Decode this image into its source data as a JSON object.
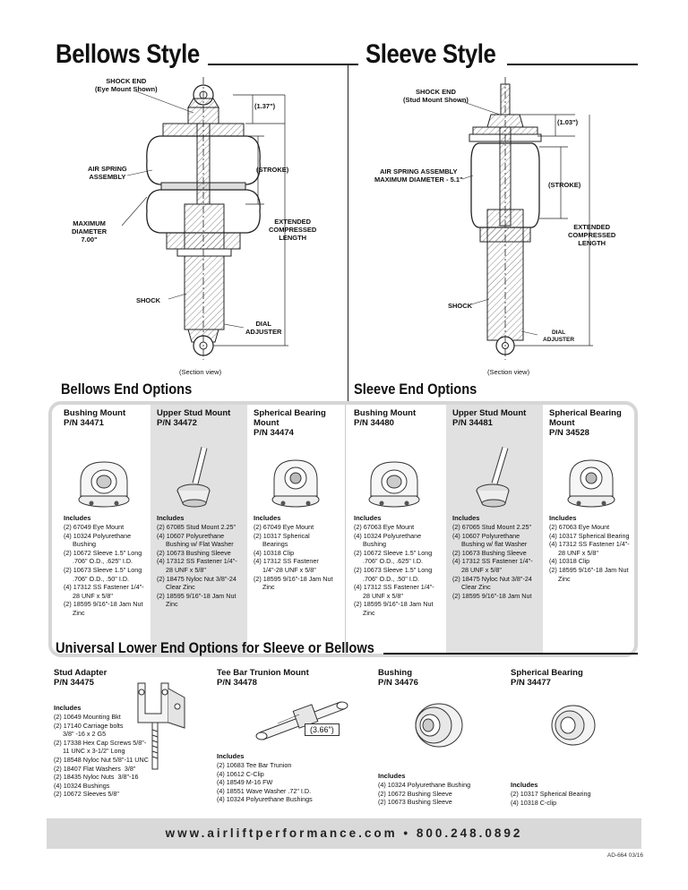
{
  "titles": {
    "bellows": "Bellows Style",
    "sleeve": "Sleeve Style",
    "bellows_options": "Bellows End Options",
    "sleeve_options": "Sleeve End Options",
    "universal": "Universal Lower End Options for Sleeve or Bellows"
  },
  "bellows_diagram": {
    "shock_end": "SHOCK END",
    "shock_end_sub": "(Eye Mount Shown)",
    "dim": "(1.37\")",
    "stroke": "(STROKE)",
    "air_spring": "AIR SPRING",
    "assembly": "ASSEMBLY",
    "max": "MAXIMUM",
    "diameter": "DIAMETER",
    "diameter_val": "7.00\"",
    "extended": "EXTENDED",
    "compressed": "COMPRESSED",
    "length": "LENGTH",
    "shock": "SHOCK",
    "dial": "DIAL",
    "adjuster": "ADJUSTER",
    "section": "(Section view)"
  },
  "sleeve_diagram": {
    "shock_end": "SHOCK END",
    "shock_end_sub": "(Stud Mount Shown)",
    "dim": "(1.03\")",
    "air_spring": "AIR SPRING ASSEMBLY",
    "max": "MAXIMUM DIAMETER - 5.1\"",
    "stroke": "(STROKE)",
    "extended": "EXTENDED",
    "compressed": "COMPRESSED",
    "length": "LENGTH",
    "shock": "SHOCK",
    "dial": "DIAL",
    "adjuster": "ADJUSTER",
    "section": "(Section view)"
  },
  "end_options": [
    {
      "name": "Bushing Mount",
      "pn": "P/N 34471",
      "icon": "eye-mount-icon",
      "shaded": false,
      "includes_label": "Includes",
      "items": [
        "(2) 67049 Eye Mount",
        "(4) 10324 Polyurethane",
        "     Bushing",
        "(2) 10672 Sleeve 1.5\" Long",
        "     .706\" O.D., .625\" I.D.",
        "(2) 10673 Sleeve 1.5\" Long",
        "     .706\" O.D., .50\" I.D.",
        "(4) 17312 SS Fastener 1/4\"-",
        "     28 UNF x 5/8\"",
        "(2) 18595 9/16\"-18 Jam Nut",
        "     Zinc"
      ]
    },
    {
      "name": "Upper Stud Mount",
      "pn": "P/N 34472",
      "icon": "stud-mount-icon",
      "shaded": true,
      "includes_label": "Includes",
      "items": [
        "(2) 67085 Stud Mount 2.25\"",
        "(4) 10607 Polyurethane",
        "     Bushing w/ Flat Washer",
        "(2) 10673 Bushing Sleeve",
        "(4) 17312 SS Fastener 1/4\"-",
        "     28 UNF x 5/8\"",
        "(2) 18475 Nyloc Nut 3/8\"-24",
        "     Clear Zinc",
        "(2) 18595 9/16\"-18 Jam Nut",
        "     Zinc"
      ]
    },
    {
      "name": "Spherical Bearing Mount",
      "pn": "P/N 34474",
      "icon": "spherical-bearing-mount-icon",
      "shaded": false,
      "includes_label": "Includes",
      "items": [
        "(2) 67049 Eye Mount",
        "(2) 10317 Spherical",
        "     Bearings",
        "(4) 10318 Clip",
        "(4) 17312 SS Fastener",
        "     1/4\"-28 UNF x 5/8\"",
        "(2) 18595 9/16\"-18 Jam Nut",
        "     Zinc"
      ]
    },
    {
      "name": "Bushing Mount",
      "pn": "P/N 34480",
      "icon": "eye-mount-icon",
      "shaded": false,
      "includes_label": "Includes",
      "items": [
        "(2) 67063 Eye Mount",
        "(4) 10324 Polyurethane",
        "     Bushing",
        "(2) 10672 Sleeve 1.5\" Long",
        "     .706\" O.D., .625\" I.D.",
        "(2) 10673 Sleeve 1.5\" Long",
        "     .706\" O.D., .50\" I.D.",
        "(4) 17312 SS Fastener 1/4\"-",
        "     28 UNF x 5/8\"",
        "(2) 18595 9/16\"-18 Jam Nut",
        "     Zinc"
      ]
    },
    {
      "name": "Upper Stud Mount",
      "pn": "P/N 34481",
      "icon": "stud-mount-icon",
      "shaded": true,
      "includes_label": "Includes",
      "items": [
        "(2) 67065 Stud Mount 2.25\"",
        "(4) 10607 Polyurethane",
        "     Bushing w/ flat Washer",
        "(2) 10673 Bushing Sleeve",
        "(4) 17312 SS Fastener 1/4\"-",
        "     28 UNF x 5/8\"",
        "(2) 18475 Nyloc Nut 3/8\"-24",
        "     Clear Zinc",
        "(2) 18595 9/16\"-18 Jam Nut"
      ]
    },
    {
      "name": "Spherical Bearing Mount",
      "pn": "P/N 34528",
      "icon": "spherical-bearing-mount-icon",
      "shaded": false,
      "includes_label": "Includes",
      "items": [
        "(2) 67063 Eye Mount",
        "(4) 10317 Spherical Bearing",
        "(4) 17312 SS Fastener 1/4\"-",
        "     28 UNF x 5/8\"",
        "(4) 10318 Clip",
        "(2) 18595 9/16\"-18 Jam Nut",
        "     Zinc"
      ]
    }
  ],
  "lower_options": [
    {
      "name": "Stud Adapter",
      "pn": "P/N 34475",
      "icon": "stud-adapter-icon",
      "includes_label": "Includes",
      "items": [
        "(2) 10649 Mounting Bkt",
        "(2) 17140 Carriage bolts",
        "     3/8\" -16 x 2 G5",
        "(2) 17338 Hex Cap Screws 5/8\"-",
        "     11 UNC x 3-1/2\" Long",
        "(2) 18548 Nyloc Nut 5/8\"-11 UNC",
        "(2) 18407 Flat Washers  3/8\"",
        "(2) 18435 Nyloc Nuts  3/8\"-16",
        "(4) 10324 Bushings",
        "(2) 10672 Sleeves 5/8\""
      ]
    },
    {
      "name": "Tee Bar Trunion Mount",
      "pn": "P/N 34478",
      "icon": "tee-bar-trunion-icon",
      "dim": "(3.66\")",
      "includes_label": "Includes",
      "items": [
        "(2) 10683 Tee Bar Trunion",
        "(4) 10612 C-Clip",
        "(4) 18549 M-16 FW",
        "(4) 18551 Wave Washer .72\" I.D.",
        "(4) 10324 Polyurethane Bushings"
      ]
    },
    {
      "name": "Bushing",
      "pn": "P/N 34476",
      "icon": "bushing-icon",
      "includes_label": "Includes",
      "items": [
        "(4) 10324 Polyurethane Bushing",
        "(2) 10672 Bushing Sleeve",
        "(2) 10673 Bushing Sleeve"
      ]
    },
    {
      "name": "Spherical Bearing",
      "pn": "P/N 34477",
      "icon": "spherical-bearing-icon",
      "includes_label": "Includes",
      "items": [
        "(2) 10317 Spherical Bearing",
        "(4) 10318 C-clip"
      ]
    }
  ],
  "footer": {
    "contact": "www.airliftperformance.com  •  800.248.0892",
    "doc_code": "AD-664 03/16"
  }
}
